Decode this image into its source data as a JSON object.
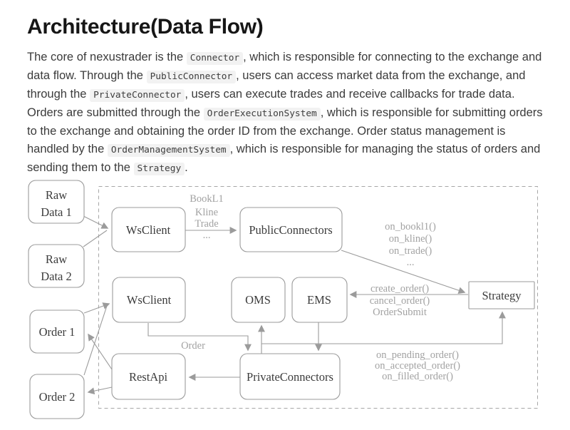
{
  "header": {
    "title": "Architecture(Data Flow)"
  },
  "intro": {
    "segments": [
      {
        "kind": "text",
        "text": "The core of nexustrader is the "
      },
      {
        "kind": "code",
        "text": "Connector"
      },
      {
        "kind": "text",
        "text": ", which is responsible for connecting to the exchange and data flow. Through the "
      },
      {
        "kind": "code",
        "text": "PublicConnector"
      },
      {
        "kind": "text",
        "text": ", users can access market data from the exchange, and through the "
      },
      {
        "kind": "code",
        "text": "PrivateConnector"
      },
      {
        "kind": "text",
        "text": ", users can execute trades and receive callbacks for trade data. Orders are submitted through the "
      },
      {
        "kind": "code",
        "text": "OrderExecutionSystem"
      },
      {
        "kind": "text",
        "text": ", which is responsible for submitting orders to the exchange and obtaining the order ID from the exchange. Order status management is handled by the "
      },
      {
        "kind": "code",
        "text": "OrderManagementSystem"
      },
      {
        "kind": "text",
        "text": ", which is responsible for managing the status of orders and sending them to the "
      },
      {
        "kind": "code",
        "text": "Strategy"
      },
      {
        "kind": "text",
        "text": "."
      }
    ]
  },
  "diagram": {
    "nodes": {
      "raw_data_1": {
        "lines": [
          "Raw",
          "Data 1"
        ]
      },
      "raw_data_2": {
        "lines": [
          "Raw",
          "Data 2"
        ]
      },
      "order_1": {
        "label": "Order 1"
      },
      "order_2": {
        "label": "Order 2"
      },
      "ws_client_top": {
        "label": "WsClient"
      },
      "public_connectors": {
        "label": "PublicConnectors"
      },
      "ws_client_bottom": {
        "label": "WsClient"
      },
      "oms": {
        "label": "OMS"
      },
      "ems": {
        "label": "EMS"
      },
      "strategy": {
        "label": "Strategy"
      },
      "rest_api": {
        "label": "RestApi"
      },
      "private_connectors": {
        "label": "PrivateConnectors"
      }
    },
    "edge_labels": {
      "market_stream": {
        "lines": [
          "BookL1",
          "Kline",
          "Trade",
          "..."
        ]
      },
      "market_callbacks": {
        "lines": [
          "on_bookl1()",
          "on_kline()",
          "on_trade()",
          "..."
        ]
      },
      "order_commands": {
        "lines": [
          "create_order()",
          "cancel_order()",
          "OrderSubmit"
        ]
      },
      "order_flow": {
        "label": "Order"
      },
      "order_callbacks": {
        "lines": [
          "on_pending_order()",
          "on_accepted_order()",
          "on_filled_order()"
        ]
      }
    },
    "colors": {
      "line": "#9b9b9b",
      "node_text": "#3c3c3c",
      "label_text": "#a2a2a2",
      "code_background": "#f2f2f2",
      "body_text": "#3b3b3b"
    }
  }
}
